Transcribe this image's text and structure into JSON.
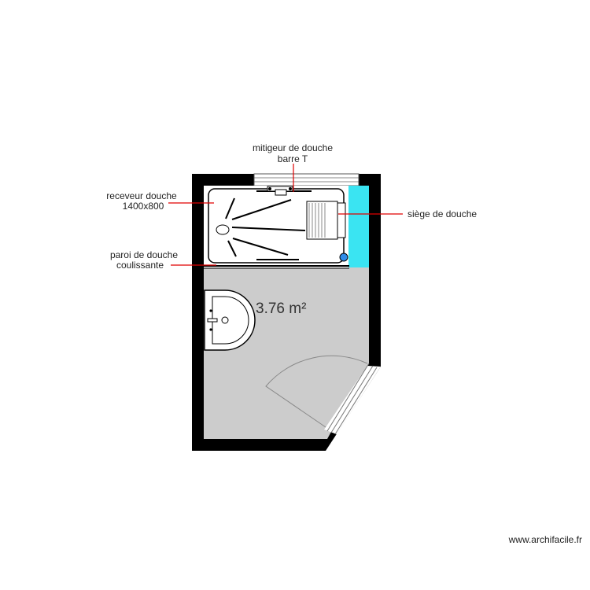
{
  "plan": {
    "area_label": "3.76 m²",
    "credit": "www.archifacile.fr",
    "colors": {
      "wall": "#000000",
      "floor": "#cccccc",
      "leader": "#e00000",
      "seat_fill": "#3ae4f2",
      "valve": "#2e8be8"
    },
    "annotations": {
      "mixer_line1": "mitigeur de douche",
      "mixer_line2": "barre T",
      "tray_line1": "receveur douche",
      "tray_line2": "1400x800",
      "seat": "siège de douche",
      "screen_line1": "paroi de douche",
      "screen_line2": "coulissante"
    }
  }
}
